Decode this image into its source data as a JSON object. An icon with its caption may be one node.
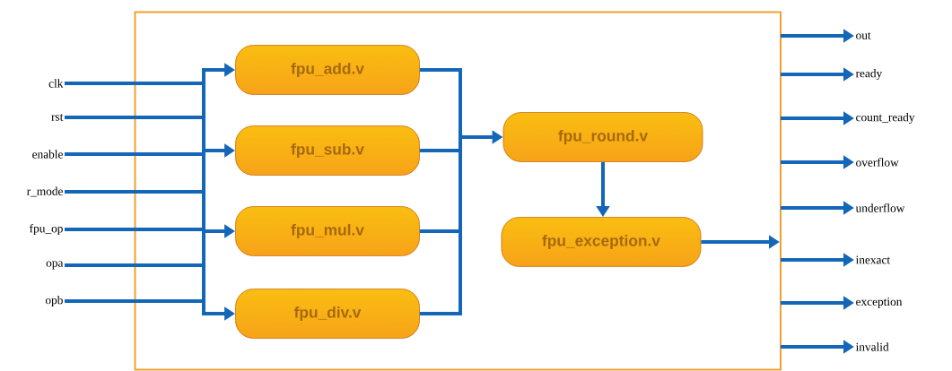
{
  "diagram": {
    "nodes": [
      {
        "text": [],
        "shape": "box"
      },
      {
        "text": [
          "clk"
        ]
      },
      {
        "text": [
          "rst"
        ]
      },
      {
        "text": [
          "enable"
        ]
      },
      {
        "text": [
          "r_mode"
        ]
      },
      {
        "text": [
          "fpu_op"
        ]
      },
      {
        "text": [
          "opa"
        ]
      },
      {
        "text": [
          "opb"
        ]
      },
      {
        "text": [
          "fpu_add.v"
        ],
        "in": 0
      },
      {
        "text": [
          "fpu_sub.v"
        ],
        "in": 0
      },
      {
        "text": [
          "fpu_mul.v"
        ],
        "in": 0
      },
      {
        "text": [
          "fpu_div.v"
        ],
        "in": 0
      },
      {
        "text": [
          "fpu_round.v"
        ],
        "in": 0
      },
      {
        "text": [
          "fpu_exception.v"
        ],
        "in": 0
      },
      {
        "text": [
          "out"
        ]
      },
      {
        "text": [
          "ready"
        ]
      },
      {
        "text": [
          "count_ready"
        ]
      },
      {
        "text": [
          "overflow"
        ]
      },
      {
        "text": [
          "underflow"
        ]
      },
      {
        "text": [
          "inexact"
        ]
      },
      {
        "text": [
          "exception"
        ]
      },
      {
        "text": [
          "invalid"
        ]
      }
    ],
    "edges": [
      {
        "from": 1,
        "to": 8,
        "arrow": "to"
      },
      {
        "from": 1,
        "to": 9,
        "arrow": "to"
      },
      {
        "from": 1,
        "to": 10,
        "arrow": "to"
      },
      {
        "from": 1,
        "to": 11,
        "arrow": "to"
      },
      {
        "from": 2,
        "to": 8,
        "arrow": "to"
      },
      {
        "from": 2,
        "to": 9,
        "arrow": "to"
      },
      {
        "from": 2,
        "to": 10,
        "arrow": "to"
      },
      {
        "from": 2,
        "to": 11,
        "arrow": "to"
      },
      {
        "from": 3,
        "to": 8,
        "arrow": "to"
      },
      {
        "from": 3,
        "to": 9,
        "arrow": "to"
      },
      {
        "from": 3,
        "to": 10,
        "arrow": "to"
      },
      {
        "from": 3,
        "to": 11,
        "arrow": "to"
      },
      {
        "from": 4,
        "to": 8,
        "arrow": "to"
      },
      {
        "from": 4,
        "to": 9,
        "arrow": "to"
      },
      {
        "from": 4,
        "to": 10,
        "arrow": "to"
      },
      {
        "from": 4,
        "to": 11,
        "arrow": "to"
      },
      {
        "from": 5,
        "to": 8,
        "arrow": "to"
      },
      {
        "from": 5,
        "to": 9,
        "arrow": "to"
      },
      {
        "from": 5,
        "to": 10,
        "arrow": "to"
      },
      {
        "from": 5,
        "to": 11,
        "arrow": "to"
      },
      {
        "from": 6,
        "to": 8,
        "arrow": "to"
      },
      {
        "from": 6,
        "to": 9,
        "arrow": "to"
      },
      {
        "from": 6,
        "to": 10,
        "arrow": "to"
      },
      {
        "from": 6,
        "to": 11,
        "arrow": "to"
      },
      {
        "from": 7,
        "to": 8,
        "arrow": "to"
      },
      {
        "from": 7,
        "to": 9,
        "arrow": "to"
      },
      {
        "from": 7,
        "to": 10,
        "arrow": "to"
      },
      {
        "from": 7,
        "to": 11,
        "arrow": "to"
      },
      {
        "from": 8,
        "to": 12,
        "arrow": "to"
      },
      {
        "from": 9,
        "to": 12,
        "arrow": "to"
      },
      {
        "from": 10,
        "to": 12,
        "arrow": "to"
      },
      {
        "from": 11,
        "to": 12,
        "arrow": "to"
      },
      {
        "from": 12,
        "to": 13,
        "arrow": "to"
      },
      {
        "from": 13,
        "to": null,
        "arrow": "to"
      },
      {
        "from": 0,
        "to": 14,
        "arrow": "to"
      },
      {
        "from": 0,
        "to": 15,
        "arrow": "to"
      },
      {
        "from": 0,
        "to": 16,
        "arrow": "to"
      },
      {
        "from": 0,
        "to": 17,
        "arrow": "to"
      },
      {
        "from": 0,
        "to": 18,
        "arrow": "to"
      },
      {
        "from": 0,
        "to": 19,
        "arrow": "to"
      },
      {
        "from": 0,
        "to": 20,
        "arrow": "to"
      },
      {
        "from": 0,
        "to": 21,
        "arrow": "to"
      }
    ]
  }
}
